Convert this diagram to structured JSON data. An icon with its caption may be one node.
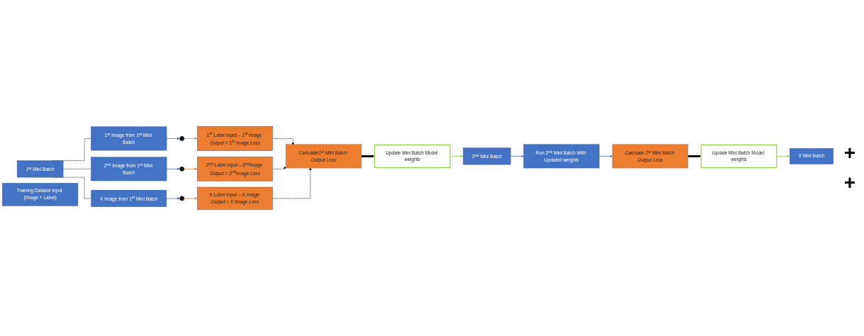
{
  "diagram": {
    "nodes": [
      {
        "text": [
          "Training Dataset input (Image + Label)"
        ]
      },
      {
        "text": [
          "1$^{st}$ Mini Batch"
        ]
      },
      {
        "text": [
          "1$^{st}$ Image from 1$^{st}$ Mini Batch"
        ]
      },
      {
        "text": [
          "2$^{nd}$ Image from 1$^{st}$ Mini Batch"
        ]
      },
      {
        "text": [
          "X Image from 1$^{st}$ Mini Batch"
        ]
      },
      {
        "text": [],
        "shape": "circle"
      },
      {
        "text": [],
        "shape": "circle"
      },
      {
        "text": [],
        "shape": "circle"
      },
      {
        "text": [
          "1$^{st}$ *Label Input* – 1$^{st}$ Image *Output* = 1$^{st}$ Image *Loss*"
        ]
      },
      {
        "text": [
          "2$^{nd}$ *Label Input* – 2$^{nd}$Image *Output* = 2$^{nd}$Image *Loss*"
        ]
      },
      {
        "text": [
          "X *Label Input* – X Image *Output* = X Image *Loss*"
        ]
      },
      {
        "text": [
          "Calculate1$^{st}$ Mini Batch Output Loss"
        ]
      },
      {
        "text": [
          "Update Mini Batch Model weights"
        ]
      },
      {
        "text": [
          "2$^{nd}$ Mini Batch"
        ]
      },
      {
        "text": [
          "Run 2$^{nd}$ Mini Batch With Updated weights"
        ]
      },
      {
        "text": [
          "Calculate 2$^{st}$ Mini Batch Output Loss"
        ]
      },
      {
        "text": [
          "Update Mini Batch Model weights"
        ]
      },
      {
        "text": [
          "X Mini Batch"
        ]
      }
    ],
    "edges": [
      {
        "from": 1,
        "to": 2,
        "arrow": "none",
        "style": "dashed"
      },
      {
        "from": 1,
        "to": 3,
        "arrow": "none",
        "style": "dashed"
      },
      {
        "from": 1,
        "to": 4,
        "arrow": "none",
        "style": "dashed"
      },
      {
        "from": 2,
        "to": 5,
        "arrow": "to",
        "color": "#4472c4"
      },
      {
        "from": 3,
        "to": 6,
        "arrow": "to",
        "color": "#4472c4"
      },
      {
        "from": 4,
        "to": 7,
        "arrow": "to",
        "color": "#4472c4"
      },
      {
        "from": 5,
        "to": 8,
        "arrow": "to",
        "color": "#ed7d31"
      },
      {
        "from": 6,
        "to": 9,
        "arrow": "to",
        "color": "#ed7d31"
      },
      {
        "from": 7,
        "to": 10,
        "arrow": "to",
        "color": "#ed7d31"
      },
      {
        "from": 8,
        "to": 11,
        "arrow": "to",
        "style": "dashed"
      },
      {
        "from": 9,
        "to": 11,
        "arrow": "to",
        "style": "dashed"
      },
      {
        "from": 10,
        "to": 11,
        "arrow": "to",
        "style": "dashed"
      },
      {
        "from": 11,
        "to": 12,
        "arrow": "to",
        "style": "thick"
      },
      {
        "from": 12,
        "to": 13,
        "arrow": "to",
        "color": "#92d050"
      },
      {
        "from": 13,
        "to": 14,
        "arrow": "to",
        "color": "#4472c4"
      },
      {
        "from": 14,
        "to": 15,
        "arrow": "to",
        "color": "#4472c4"
      },
      {
        "from": 15,
        "to": 16,
        "arrow": "to",
        "style": "thick"
      },
      {
        "from": 16,
        "to": 17,
        "arrow": "to",
        "color": "#92d050"
      }
    ],
    "labels": [
      "+",
      "+"
    ]
  }
}
